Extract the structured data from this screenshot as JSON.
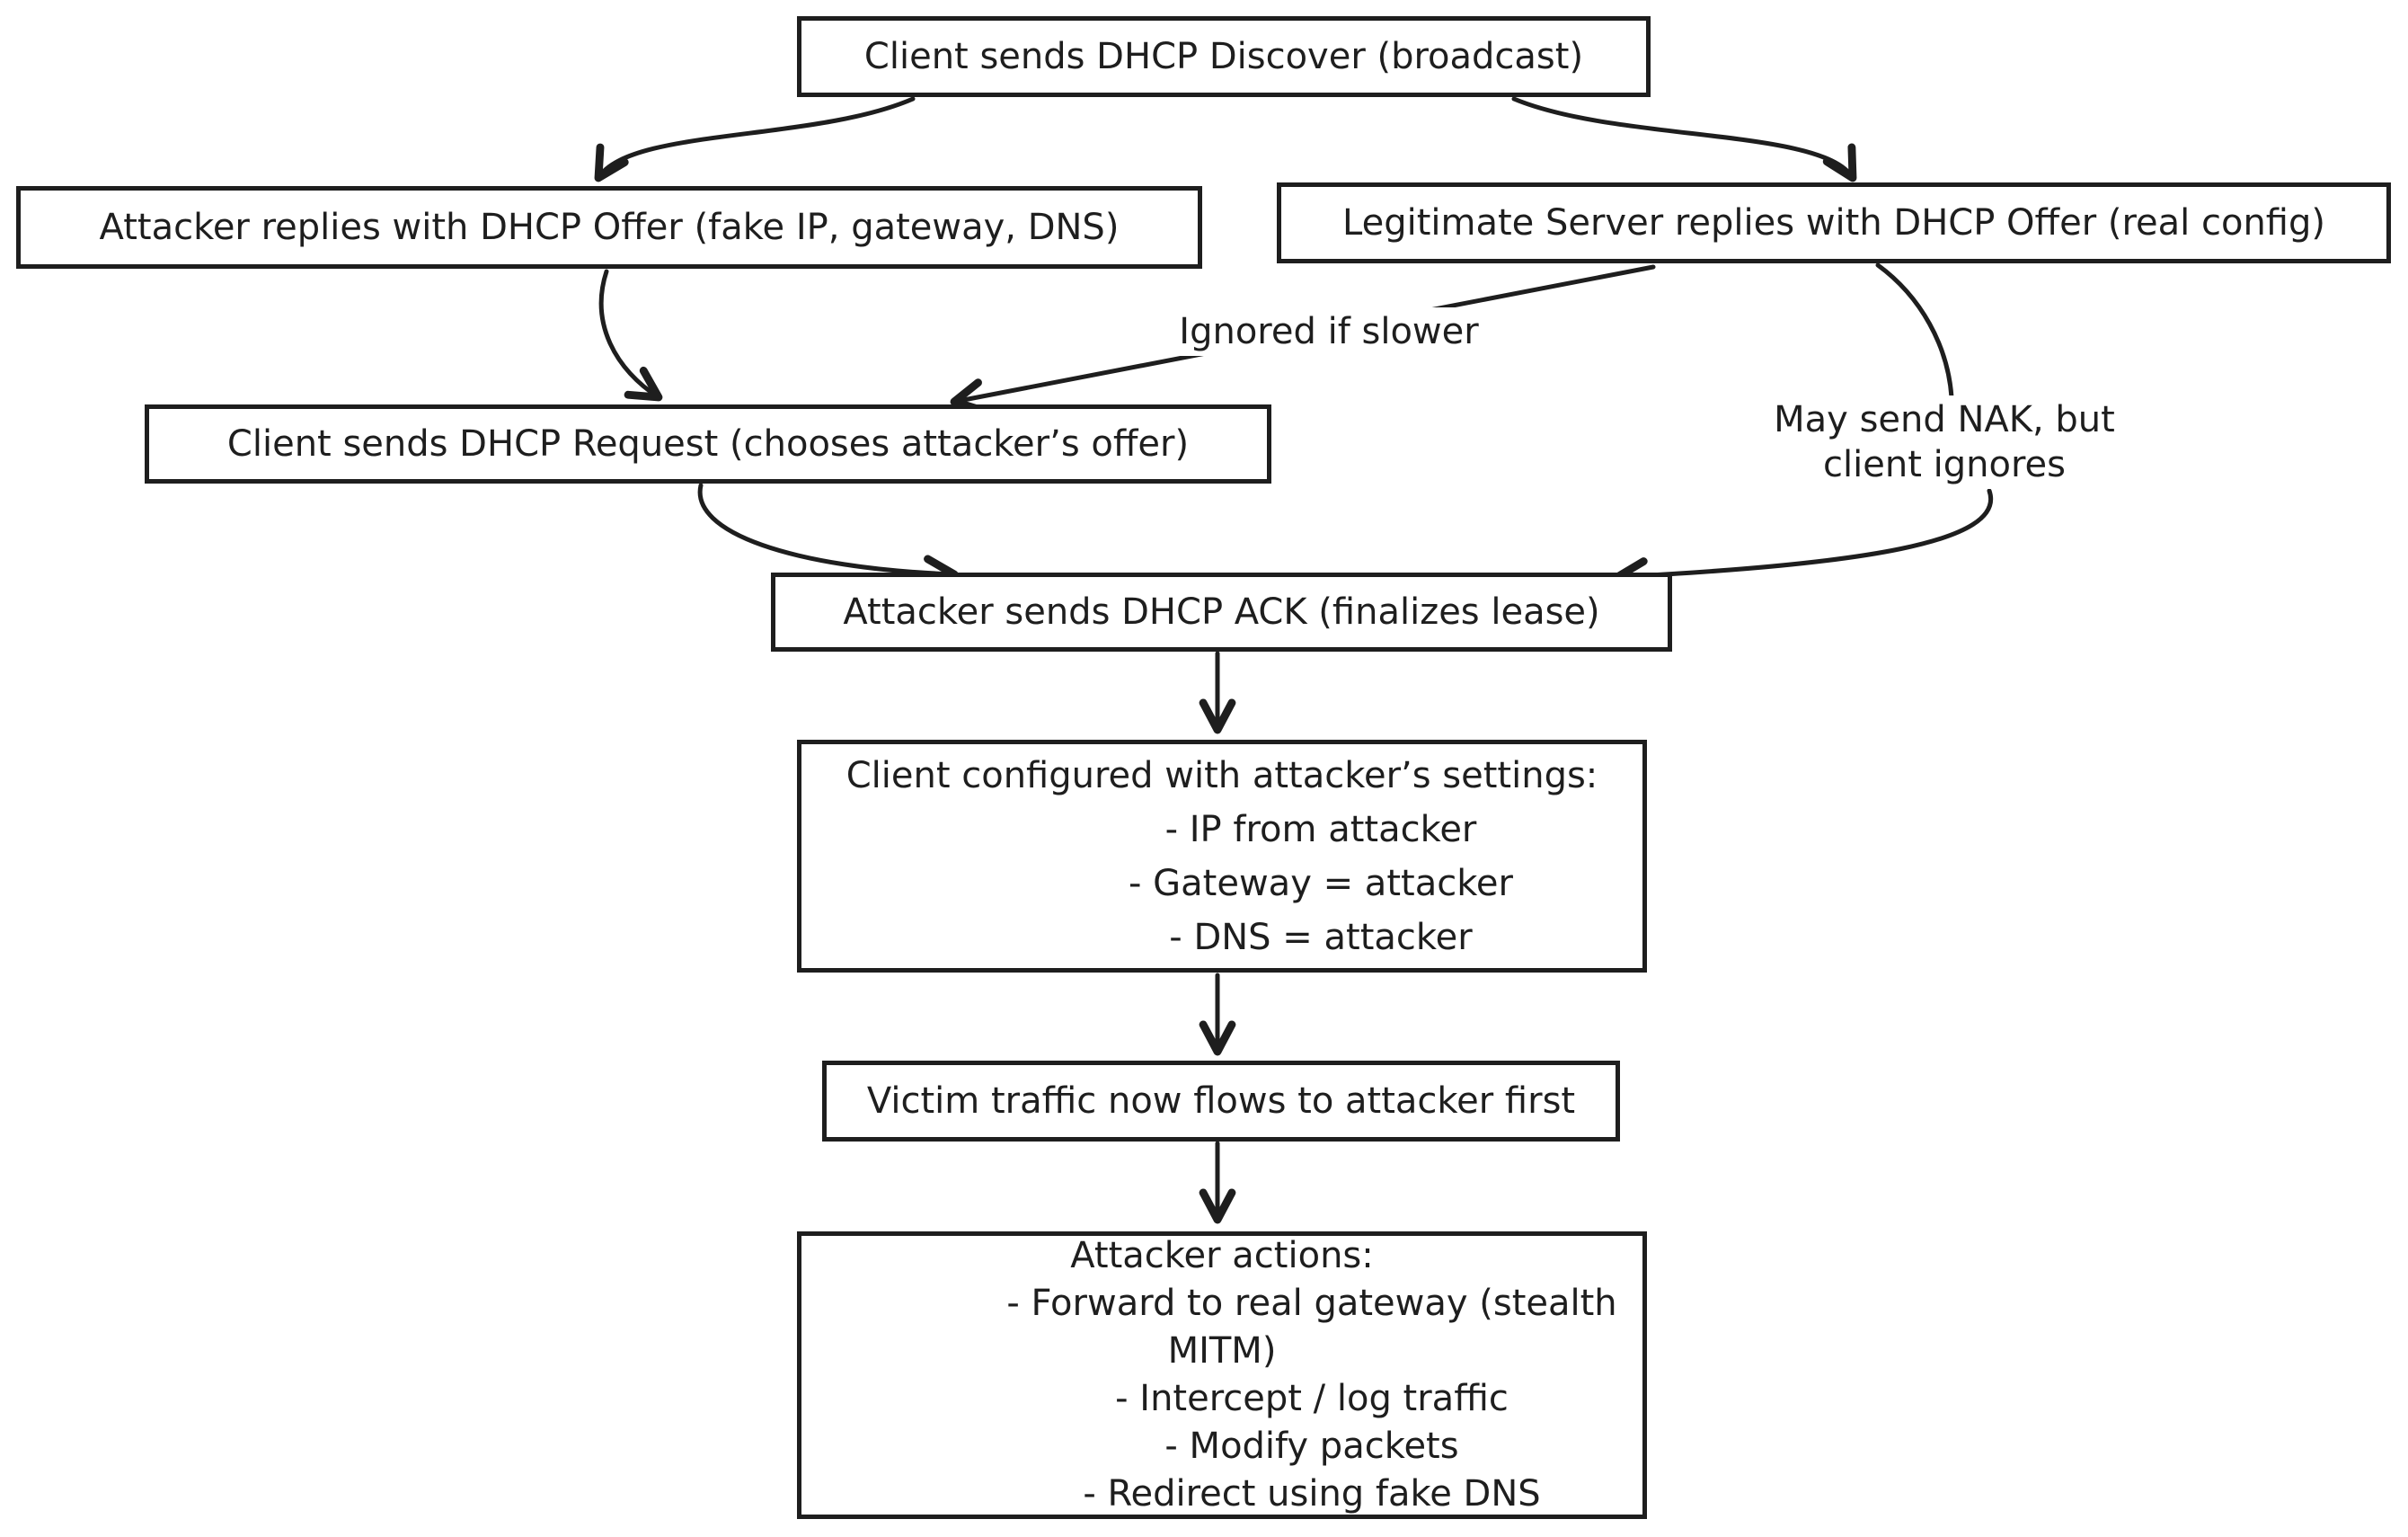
{
  "canvas": {
    "background": "#ffffff",
    "ink": "#1e1e1e"
  },
  "nodes": {
    "discover": {
      "label": "Client sends DHCP Discover (broadcast)"
    },
    "attacker_offer": {
      "label": "Attacker replies with DHCP Offer (fake IP, gateway, DNS)"
    },
    "legit_offer": {
      "label": "Legitimate Server replies with DHCP Offer (real config)"
    },
    "request": {
      "label": "Client sends DHCP Request (chooses attacker’s offer)"
    },
    "ack": {
      "label": "Attacker sends DHCP ACK (finalizes lease)"
    },
    "configured": {
      "title": "Client configured with attacker’s settings:",
      "items": [
        "- IP from attacker",
        "- Gateway = attacker",
        "- DNS = attacker"
      ]
    },
    "victim_traffic": {
      "label": "Victim traffic now flows to attacker first"
    },
    "attacker_actions": {
      "title": "Attacker actions:",
      "items": [
        "- Forward to real gateway (stealth",
        "MITM)",
        "- Intercept / log traffic",
        "- Modify packets",
        "- Redirect using fake DNS"
      ]
    }
  },
  "edge_labels": {
    "ignored_if_slower": "Ignored if slower",
    "may_send_nak_line1": "May send NAK, but",
    "may_send_nak_line2": "client ignores"
  }
}
